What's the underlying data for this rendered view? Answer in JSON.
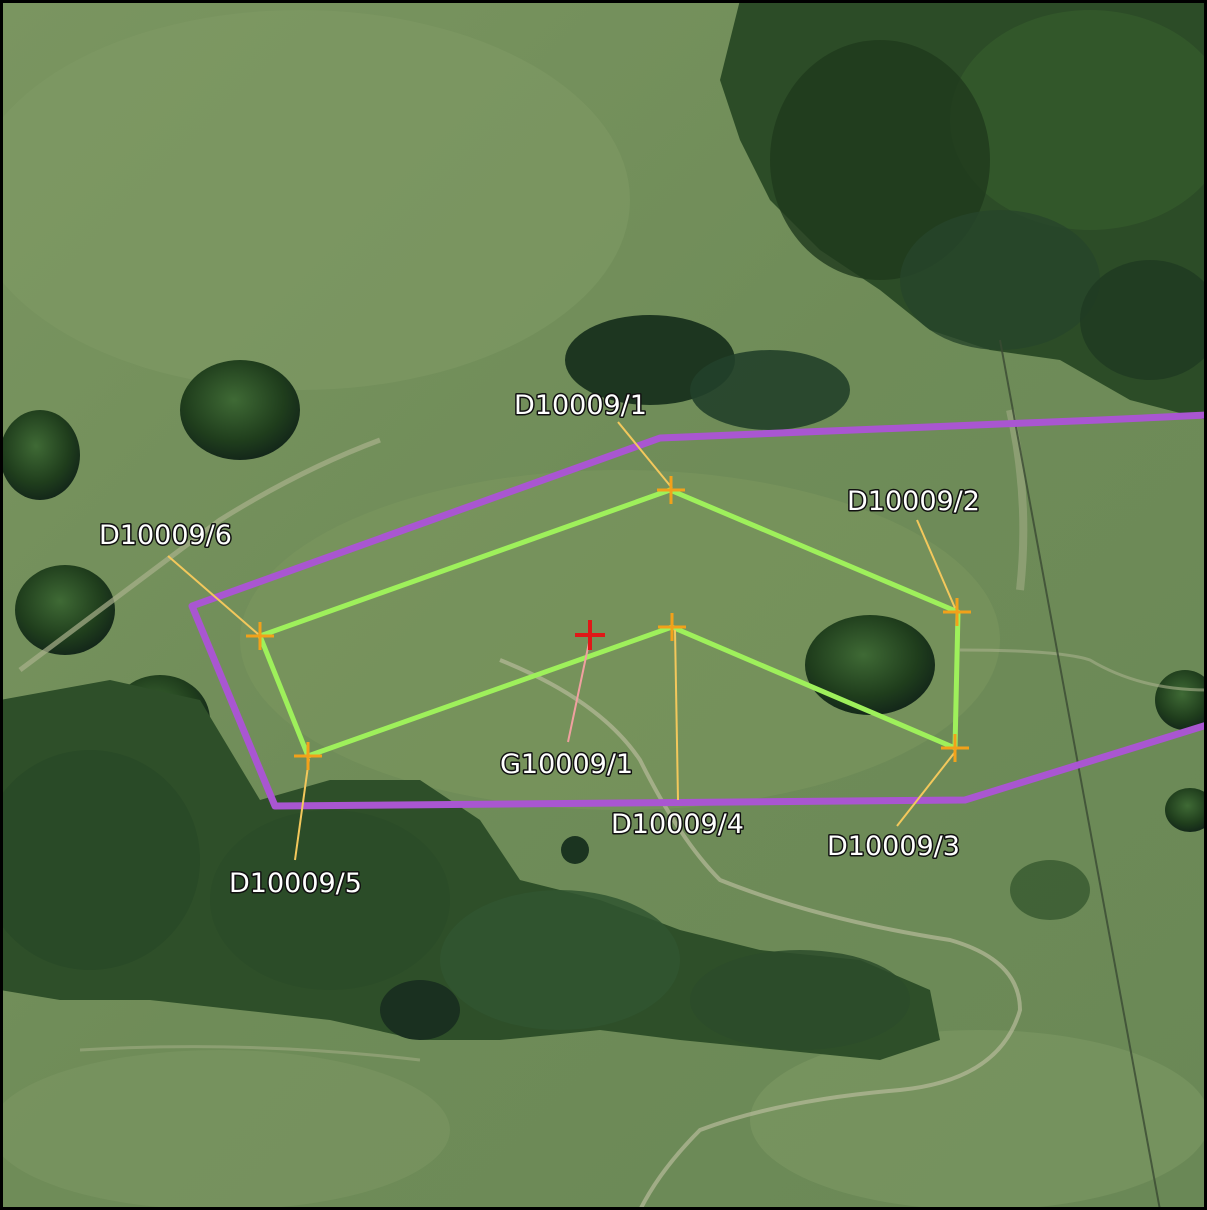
{
  "map": {
    "colors": {
      "site_boundary": "#a956d1",
      "survey_polygon": "#9ef05b",
      "marker": "#f2a11a",
      "leader_line": "#f3c85c",
      "reference_marker": "#e01818",
      "reference_leader": "#f0a0a0",
      "label_text": "#ffffff",
      "label_halo": "#111111"
    },
    "survey_markers": [
      {
        "id": "D10009/1",
        "label": "D10009/1"
      },
      {
        "id": "D10009/2",
        "label": "D10009/2"
      },
      {
        "id": "D10009/3",
        "label": "D10009/3"
      },
      {
        "id": "D10009/4",
        "label": "D10009/4"
      },
      {
        "id": "D10009/5",
        "label": "D10009/5"
      },
      {
        "id": "D10009/6",
        "label": "D10009/6"
      }
    ],
    "reference_marker": {
      "id": "G10009/1",
      "label": "G10009/1"
    }
  }
}
